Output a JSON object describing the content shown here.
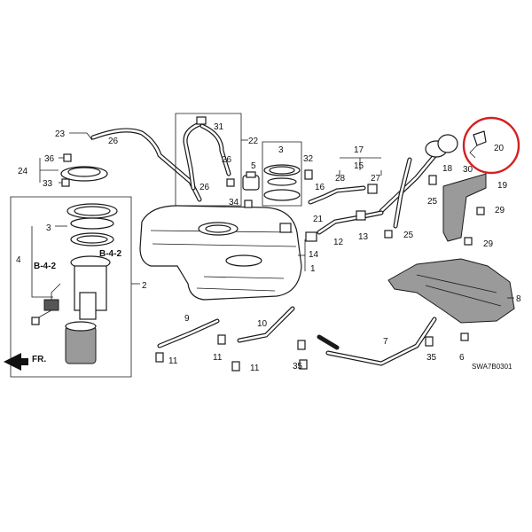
{
  "diagram_code": "SWA7B0301",
  "front_label": "FR.",
  "callouts": [
    {
      "id": "n1",
      "text": "1"
    },
    {
      "id": "n2",
      "text": "2"
    },
    {
      "id": "n3a",
      "text": "3"
    },
    {
      "id": "n3b",
      "text": "3"
    },
    {
      "id": "n4",
      "text": "4"
    },
    {
      "id": "n5",
      "text": "5"
    },
    {
      "id": "n6",
      "text": "6"
    },
    {
      "id": "n7",
      "text": "7"
    },
    {
      "id": "n8",
      "text": "8"
    },
    {
      "id": "n9",
      "text": "9"
    },
    {
      "id": "n10",
      "text": "10"
    },
    {
      "id": "n11a",
      "text": "11"
    },
    {
      "id": "n11b",
      "text": "11"
    },
    {
      "id": "n11c",
      "text": "11"
    },
    {
      "id": "n12",
      "text": "12"
    },
    {
      "id": "n13",
      "text": "13"
    },
    {
      "id": "n14",
      "text": "14"
    },
    {
      "id": "n15",
      "text": "15"
    },
    {
      "id": "n16",
      "text": "16"
    },
    {
      "id": "n17",
      "text": "17"
    },
    {
      "id": "n18",
      "text": "18"
    },
    {
      "id": "n19",
      "text": "19"
    },
    {
      "id": "n20",
      "text": "20"
    },
    {
      "id": "n21",
      "text": "21"
    },
    {
      "id": "n22",
      "text": "22"
    },
    {
      "id": "n23",
      "text": "23"
    },
    {
      "id": "n24",
      "text": "24"
    },
    {
      "id": "n25a",
      "text": "25"
    },
    {
      "id": "n25b",
      "text": "25"
    },
    {
      "id": "n26a",
      "text": "26"
    },
    {
      "id": "n26b",
      "text": "26"
    },
    {
      "id": "n26c",
      "text": "26"
    },
    {
      "id": "n27",
      "text": "27"
    },
    {
      "id": "n28",
      "text": "28"
    },
    {
      "id": "n29a",
      "text": "29"
    },
    {
      "id": "n29b",
      "text": "29"
    },
    {
      "id": "n30",
      "text": "30"
    },
    {
      "id": "n31",
      "text": "31"
    },
    {
      "id": "n32",
      "text": "32"
    },
    {
      "id": "n33",
      "text": "33"
    },
    {
      "id": "n34",
      "text": "34"
    },
    {
      "id": "n35a",
      "text": "35"
    },
    {
      "id": "n35b",
      "text": "35"
    },
    {
      "id": "n36",
      "text": "36"
    }
  ],
  "refs": [
    {
      "id": "b42a",
      "text": "B-4-2"
    },
    {
      "id": "b42b",
      "text": "B-4-2"
    }
  ],
  "highlight_color": "#d42020"
}
